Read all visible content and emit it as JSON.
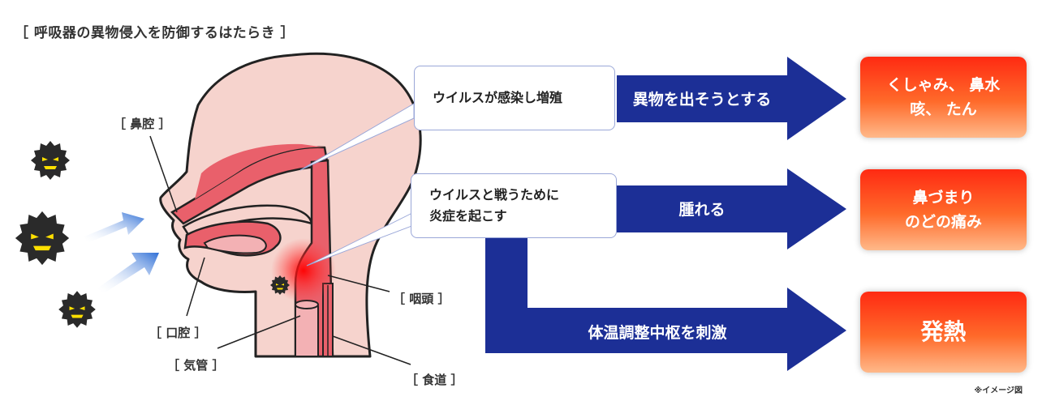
{
  "title": "［ 呼吸器の異物侵入を防御するはたらき ］",
  "anatomy": {
    "nasal_cavity": "［ 鼻腔 ］",
    "oral_cavity": "［ 口腔 ］",
    "trachea": "［ 気管 ］",
    "pharynx": "［ 咽頭 ］",
    "esophagus": "［ 食道 ］"
  },
  "callouts": {
    "virus_infection": "ウイルスが感染し増殖",
    "inflammation_line1": "ウイルスと戦うために",
    "inflammation_line2": "炎症を起こす"
  },
  "arrows": {
    "expel": "異物を出そうとする",
    "swell": "腫れる",
    "thermo": "体温調整中枢を刺激"
  },
  "results": {
    "r1_line1": "くしゃみ、 鼻水",
    "r1_line2": "咳、 たん",
    "r2_line1": "鼻づまり",
    "r2_line2": "のどの痛み",
    "r3": "発熱"
  },
  "note": "※イメージ図",
  "colors": {
    "arrow_blue": "#1c2f96",
    "head_skin": "#f6d3cd",
    "airway_red": "#e9606b",
    "result_red": "#ff2a12"
  }
}
